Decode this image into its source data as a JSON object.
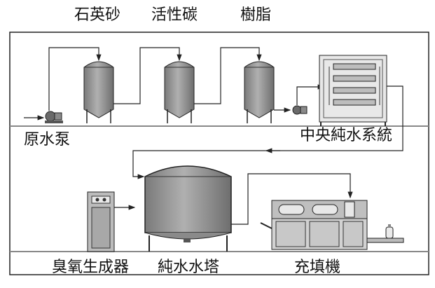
{
  "labels": {
    "quartz_sand": "石英砂",
    "activated_carbon": "活性碳",
    "resin": "樹脂",
    "raw_water_pump": "原水泵",
    "central_pure_water_system": "中央純水系統",
    "ozone_generator": "臭氧生成器",
    "pure_water_tower": "純水水塔",
    "filling_machine": "充填機"
  },
  "colors": {
    "line": "#222222",
    "tank_fill": "#9a9a9a",
    "tank_top": "#7d7d7d",
    "panel_fill": "#c4c4c4",
    "ground": "#999999"
  }
}
